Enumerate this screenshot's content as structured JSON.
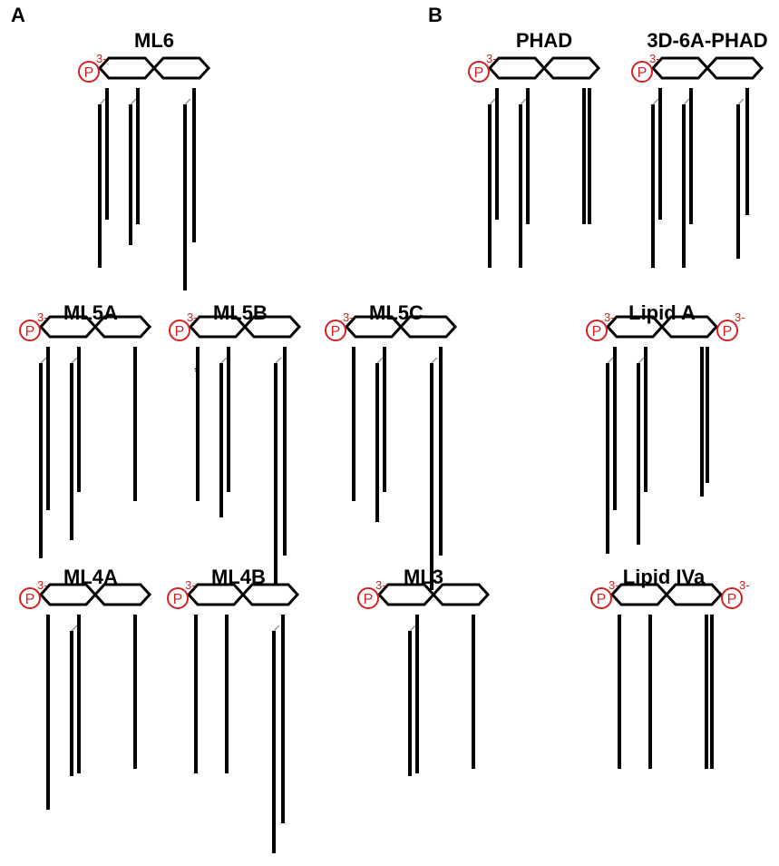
{
  "panels": [
    {
      "letter": "A"
    },
    {
      "letter": "B"
    }
  ],
  "phosphate": {
    "letter": "P",
    "charge": "3-",
    "color": "#d42020"
  },
  "molecules": [
    {
      "id": "ml6",
      "title": "ML6",
      "phos_left": true,
      "phos_right": false,
      "chains": [
        "1L",
        "1",
        "2L",
        "2",
        "3L",
        "3"
      ],
      "mark": ""
    },
    {
      "id": "phad",
      "title": "PHAD",
      "phos_left": true,
      "phos_right": false,
      "chains": [
        "1L",
        "1",
        "2L",
        "2",
        "3",
        "4"
      ],
      "mark": ""
    },
    {
      "id": "3d6a-phad",
      "title": "3D-6A-PHAD",
      "phos_left": true,
      "phos_right": false,
      "chains": [
        "1L",
        "1",
        "2L",
        "2",
        "3L",
        "3"
      ],
      "mark": ""
    },
    {
      "id": "ml5a",
      "title": "ML5A",
      "phos_left": true,
      "phos_right": false,
      "chains": [
        "1L",
        "1",
        "2L",
        "2",
        "3"
      ],
      "mark": ""
    },
    {
      "id": "ml5b",
      "title": "ML5B",
      "phos_left": true,
      "phos_right": false,
      "chains": [
        "1",
        "2L",
        "2",
        "3L",
        "3"
      ],
      "mark": "*"
    },
    {
      "id": "ml5c",
      "title": "ML5C",
      "phos_left": true,
      "phos_right": false,
      "chains": [
        "1",
        "2L",
        "2",
        "3L",
        "3"
      ],
      "mark": ""
    },
    {
      "id": "lipid-a",
      "title": "Lipid A",
      "phos_left": true,
      "phos_right": true,
      "chains": [
        "1L",
        "1",
        "2L",
        "2",
        "3",
        "4"
      ],
      "mark": ""
    },
    {
      "id": "ml4a",
      "title": "ML4A",
      "phos_left": true,
      "phos_right": false,
      "chains": [
        "1",
        "2L",
        "2",
        "3"
      ],
      "mark": ""
    },
    {
      "id": "ml4b",
      "title": "ML4B",
      "phos_left": true,
      "phos_right": false,
      "chains": [
        "1",
        "2",
        "3L",
        "3"
      ],
      "mark": ""
    },
    {
      "id": "ml3",
      "title": "ML3",
      "phos_left": true,
      "phos_right": false,
      "chains": [
        "2L",
        "2",
        "3"
      ],
      "mark": ""
    },
    {
      "id": "lipid-iva",
      "title": "Lipid IVa",
      "phos_left": true,
      "phos_right": true,
      "chains": [
        "1",
        "2",
        "3",
        "4"
      ],
      "mark": ""
    }
  ]
}
